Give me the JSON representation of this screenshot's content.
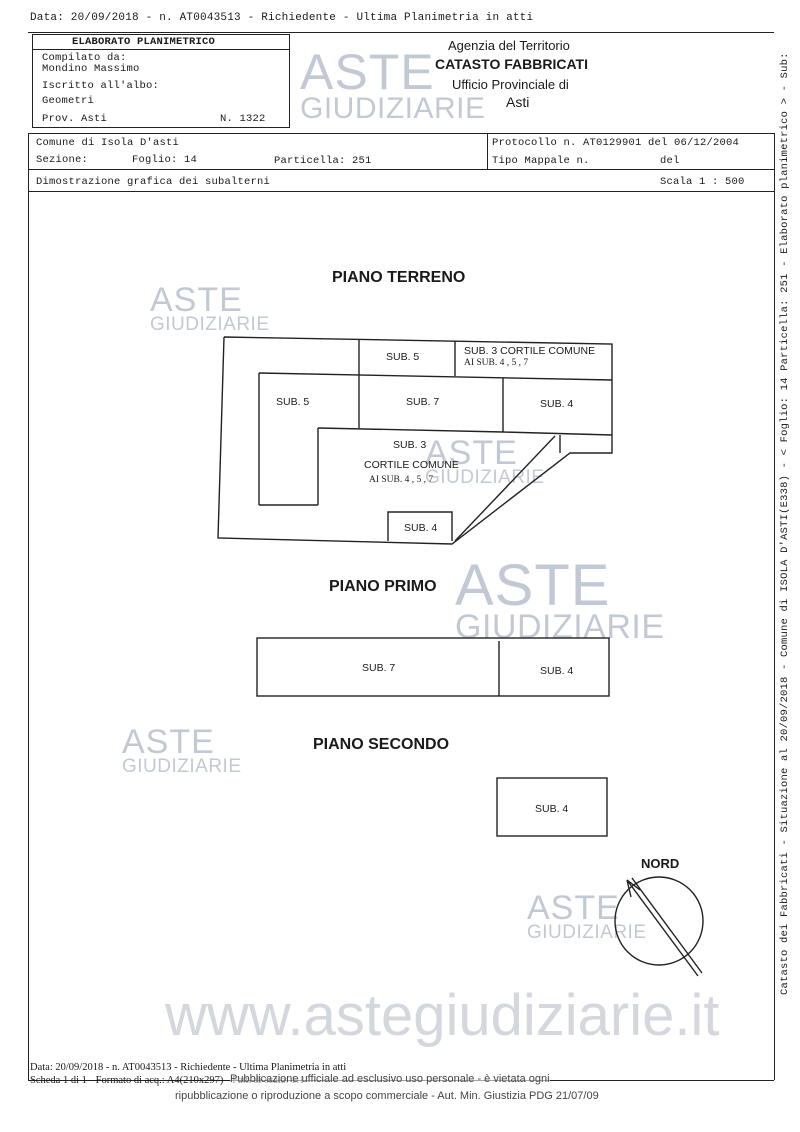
{
  "header_line": "Data: 20/09/2018 -  n. AT0043513 - Richiedente  - Ultima Planimetria in atti",
  "box": {
    "title": "ELABORATO PLANIMETRICO",
    "compilato_label": "Compilato da:",
    "compilato_name": "Mondino Massimo",
    "iscritto_label": "Iscritto all'albo:",
    "iscritto_value": "Geometri",
    "prov": "Prov. Asti",
    "numero": "N.  1322"
  },
  "agency": {
    "line1": "Agenzia del Territorio",
    "line2": "CATASTO FABBRICATI",
    "line3": "Ufficio Provinciale di",
    "line4": "Asti"
  },
  "info": {
    "comune": "Comune di Isola D'asti",
    "protocollo": "Protocollo n. AT0129901 del 06/12/2004",
    "sezione": "Sezione:",
    "foglio": "Foglio: 14",
    "particella": "Particella: 251",
    "tipo_mappale": "Tipo Mappale n.",
    "del": "del",
    "dimostrazione": "Dimostrazione grafica dei subalterni",
    "scala": "Scala 1 : 500"
  },
  "floors": {
    "terreno": "PIANO TERRENO",
    "primo": "PIANO PRIMO",
    "secondo": "PIANO SECONDO"
  },
  "labels": {
    "t_sub5_top": "SUB. 5",
    "t_sub3_top_1": "SUB. 3 CORTILE COMUNE",
    "t_sub3_top_2": "AI SUB. 4 , 5 , 7",
    "t_sub5_left": "SUB. 5",
    "t_sub7": "SUB. 7",
    "t_sub4_right": "SUB. 4",
    "t_sub3_mid_1": "SUB. 3",
    "t_sub3_mid_2": "CORTILE COMUNE",
    "t_sub3_mid_3": "AI SUB. 4 , 5 , 7",
    "t_sub4_bottom": "SUB. 4",
    "p1_sub7": "SUB. 7",
    "p1_sub4": "SUB. 4",
    "p2_sub4": "SUB. 4"
  },
  "nord": "NORD",
  "watermark": {
    "aste": "ASTE",
    "giudiziarie": "GIUDIZIARIE",
    "site": "www.astegiudiziarie.it"
  },
  "side_text": "Catasto dei Fabbricati - Situazione al 20/09/2018 - Comune di ISOLA D'ASTI(E338) - < Foglio: 14 Particella: 251 - Elaborato planimetrico > - Sub:",
  "footer": {
    "line1": "Data: 20/09/2018 -  n. AT0043513 - Richiedente  - Ultima Planimetria in atti",
    "line2": "Scheda 1 di 1 - Formato di acq.: A4(210x297) - Fatt. di scala: 1:1",
    "notice1": "Pubblicazione ufficiale ad esclusivo uso personale - è vietata ogni",
    "notice2": "ripubblicazione o riproduzione a scopo commerciale - Aut. Min. Giustizia PDG 21/07/09"
  }
}
